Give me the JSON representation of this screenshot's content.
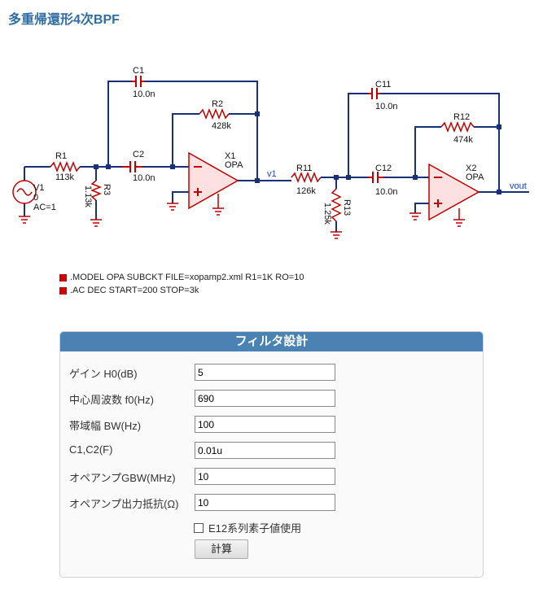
{
  "page_title": "多重帰還形4次BPF",
  "schematic": {
    "components": {
      "v1_name": "V1",
      "v1_dc": "0",
      "v1_ac": "AC=1",
      "r1_name": "R1",
      "r1_value": "113k",
      "r3_name": "R3",
      "r3_value": "1.13k",
      "c1_name": "C1",
      "c1_value": "10.0n",
      "c2_name": "C2",
      "c2_value": "10.0n",
      "r2_name": "R2",
      "r2_value": "428k",
      "x1_name": "X1",
      "x1_model": "OPA",
      "net_v1": "v1",
      "r11_name": "R11",
      "r11_value": "126k",
      "r13_name": "R13",
      "r13_value": "1.25k",
      "c11_name": "C11",
      "c11_value": "10.0n",
      "c12_name": "C12",
      "c12_value": "10.0n",
      "r12_name": "R12",
      "r12_value": "474k",
      "x2_name": "X2",
      "x2_model": "OPA",
      "net_vout": "vout"
    },
    "directives": [
      ".MODEL OPA SUBCKT FILE=xopamp2.xml R1=1K RO=10",
      ".AC DEC START=200 STOP=3k"
    ],
    "colors": {
      "wire": "#1a2f7a",
      "part": "#c00000",
      "net": "#1a3fcf"
    }
  },
  "panel": {
    "title": "フィルタ設計",
    "fields": [
      {
        "label": "ゲイン H0(dB)",
        "value": "5"
      },
      {
        "label": "中心周波数 f0(Hz)",
        "value": "690"
      },
      {
        "label": "帯域幅 BW(Hz)",
        "value": "100"
      },
      {
        "label": "C1,C2(F)",
        "value": "0.01u"
      },
      {
        "label": "オペアンプGBW(MHz)",
        "value": "10"
      },
      {
        "label": "オペアンプ出力抵抗(Ω)",
        "value": "10"
      }
    ],
    "checkbox_label": "E12系列素子値使用",
    "checkbox_checked": false,
    "button_label": "計算"
  }
}
